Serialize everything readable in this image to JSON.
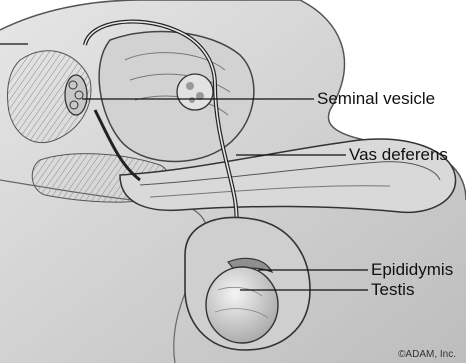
{
  "illustration": {
    "icon": "male-reproductive-anatomy-illustration"
  },
  "labels": [
    {
      "id": "seminal-vesicle",
      "text": "Seminal vesicle"
    },
    {
      "id": "vas-deferens",
      "text": "Vas deferens"
    },
    {
      "id": "epididymis",
      "text": "Epididymis"
    },
    {
      "id": "testis",
      "text": "Testis"
    }
  ],
  "credit": "©ADAM, Inc."
}
